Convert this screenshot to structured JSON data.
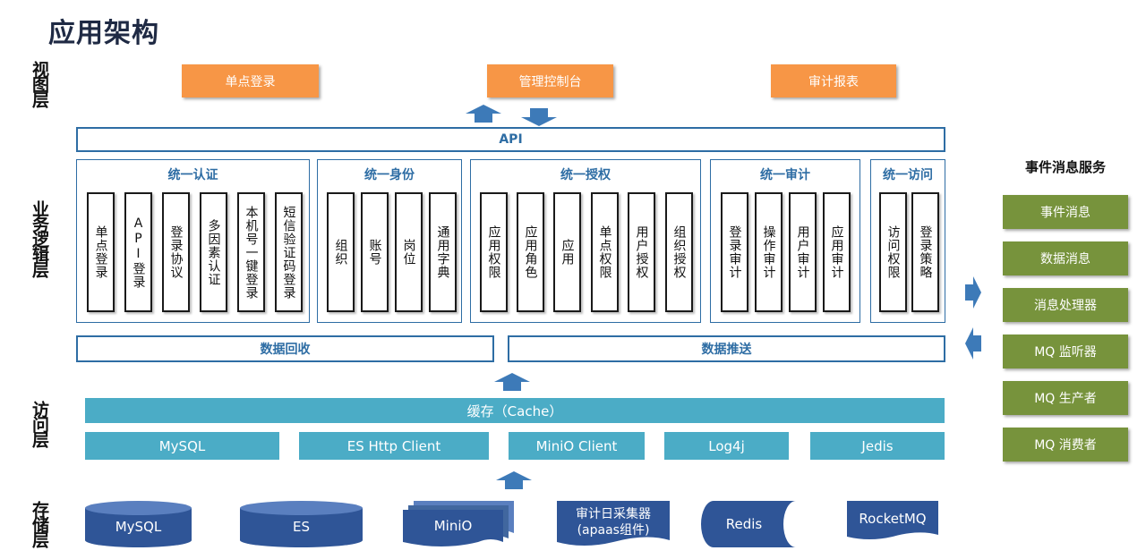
{
  "title": "应用架构",
  "layers": {
    "view": "视图层",
    "logic": "业务逻辑层",
    "access": "访问层",
    "storage": "存储层"
  },
  "view_boxes": [
    "单点登录",
    "管理控制台",
    "审计报表"
  ],
  "api_label": "API",
  "groups": [
    {
      "title": "统一认证",
      "modules": [
        "单点登录",
        "API登录",
        "登录协议",
        "多因素认证",
        "本机号一键登录",
        "短信验证码登录"
      ]
    },
    {
      "title": "统一身份",
      "modules": [
        "组织",
        "账号",
        "岗位",
        "通用字典"
      ]
    },
    {
      "title": "统一授权",
      "modules": [
        "应用权限",
        "应用角色",
        "应用",
        "单点权限",
        "用户授权",
        "组织授权"
      ]
    },
    {
      "title": "统一审计",
      "modules": [
        "登录审计",
        "操作审计",
        "用户审计",
        "应用审计"
      ]
    },
    {
      "title": "统一访问",
      "modules": [
        "访问权限",
        "登录策略"
      ]
    }
  ],
  "data_bars": {
    "recycle": "数据回收",
    "push": "数据推送"
  },
  "cache_label": "缓存（Cache）",
  "clients": [
    "MySQL",
    "ES Http Client",
    "MiniO Client",
    "Log4j",
    "Jedis"
  ],
  "storage": {
    "mysql": "MySQL",
    "es": "ES",
    "minio": "MiniO",
    "audit_line1": "审计日采集器",
    "audit_line2": "(apaas组件)",
    "redis": "Redis",
    "rocketmq": "RocketMQ"
  },
  "event_service": {
    "title": "事件消息服务",
    "items": [
      "事件消息",
      "数据消息",
      "消息处理器",
      "MQ 监听器",
      "MQ 生产者",
      "MQ 消费者"
    ]
  },
  "colors": {
    "orange": "#f79646",
    "blue_outline": "#2e6da4",
    "teal": "#4bacc6",
    "dark_blue": "#2f5597",
    "green": "#77933c",
    "arrow_blue": "#3d7ab8"
  }
}
